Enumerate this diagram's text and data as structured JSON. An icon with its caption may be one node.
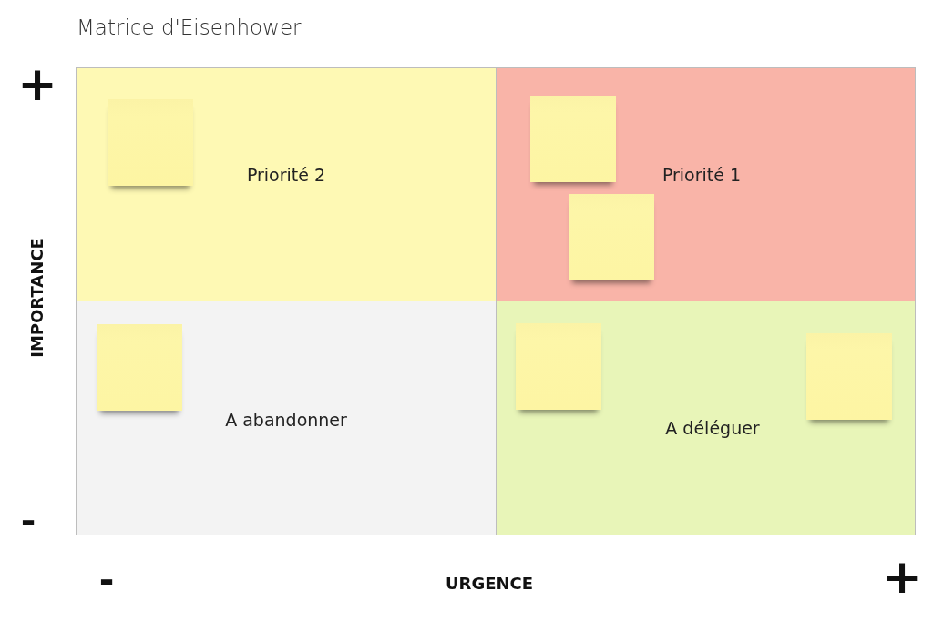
{
  "diagram": {
    "title": "Matrice d'Eisenhower",
    "nodes": [
      {
        "text": [
          "Priorité 2"
        ]
      },
      {
        "text": [],
        "shape": "box",
        "in": 0
      },
      {
        "text": [
          "Priorité 1"
        ]
      },
      {
        "text": [],
        "shape": "box",
        "in": 2
      },
      {
        "text": [],
        "shape": "box",
        "in": 2
      },
      {
        "text": [
          "A abandonner"
        ]
      },
      {
        "text": [],
        "shape": "box",
        "in": 5
      },
      {
        "text": [
          "A déléguer"
        ]
      },
      {
        "text": [],
        "shape": "box",
        "in": 7
      },
      {
        "text": [],
        "shape": "box",
        "in": 7
      }
    ],
    "labels": [
      "+",
      "IMPORTANCE",
      "-",
      "-",
      "URGENCE",
      "+"
    ]
  }
}
